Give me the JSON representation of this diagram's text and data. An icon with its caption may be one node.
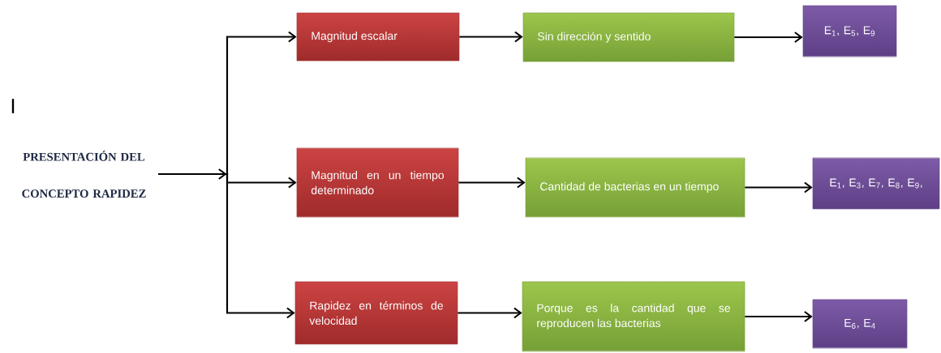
{
  "diagram": {
    "nodes": [
      {
        "text": [
          "PRESENTACIÓN DEL CONCEPTO RAPIDEZ"
        ]
      },
      {
        "text": [
          "Magnitud escalar"
        ]
      },
      {
        "text": [
          "Sin dirección y sentido"
        ]
      },
      {
        "text": [
          "E$_{1}$, E$_{5}$, E$_{9}$"
        ]
      },
      {
        "text": [
          "Magnitud en un tiempo determinado"
        ]
      },
      {
        "text": [
          "Cantidad de bacterias en un tiempo"
        ]
      },
      {
        "text": [
          "E$_{1}$, E$_{3}$, E$_{7}$, E$_{8}$, E$_{9}$,"
        ]
      },
      {
        "text": [
          "Rapidez en términos de velocidad"
        ]
      },
      {
        "text": [
          "Porque es la cantidad que se reproducen las bacterias"
        ]
      },
      {
        "text": [
          "E$_{6}$, E$_{4}$"
        ]
      }
    ],
    "edges": [
      {
        "from": 0,
        "to": 1,
        "arrow": "to"
      },
      {
        "from": 0,
        "to": 4,
        "arrow": "to"
      },
      {
        "from": 0,
        "to": 7,
        "arrow": "to"
      },
      {
        "from": 1,
        "to": 2,
        "arrow": "to"
      },
      {
        "from": 2,
        "to": 3,
        "arrow": "to"
      },
      {
        "from": 4,
        "to": 5,
        "arrow": "to"
      },
      {
        "from": 5,
        "to": 6,
        "arrow": "to"
      },
      {
        "from": 7,
        "to": 8,
        "arrow": "to"
      },
      {
        "from": 8,
        "to": 9,
        "arrow": "to"
      }
    ],
    "labels": [
      "|"
    ]
  }
}
